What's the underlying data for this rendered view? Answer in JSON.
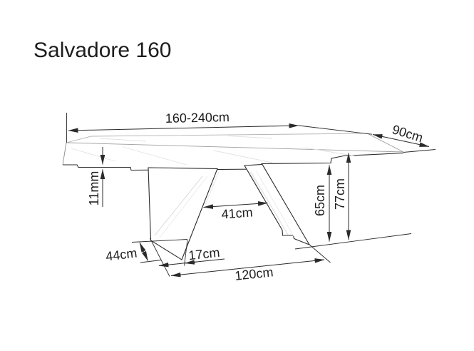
{
  "title": "Salvadore 160",
  "dimensions": {
    "length": "160-240cm",
    "depth": "90cm",
    "top_thickness": "11mm",
    "leg_spacing": "41cm",
    "underside_height": "65cm",
    "total_height": "77cm",
    "foot_length": "44cm",
    "foot_inset": "17cm",
    "base_length": "120cm"
  },
  "colors": {
    "line": "#2b2b2b",
    "text": "#1d1d1d",
    "faint_edge": "#a9a9a9",
    "marble_vein": "#e3e3e3",
    "background": "#ffffff"
  }
}
